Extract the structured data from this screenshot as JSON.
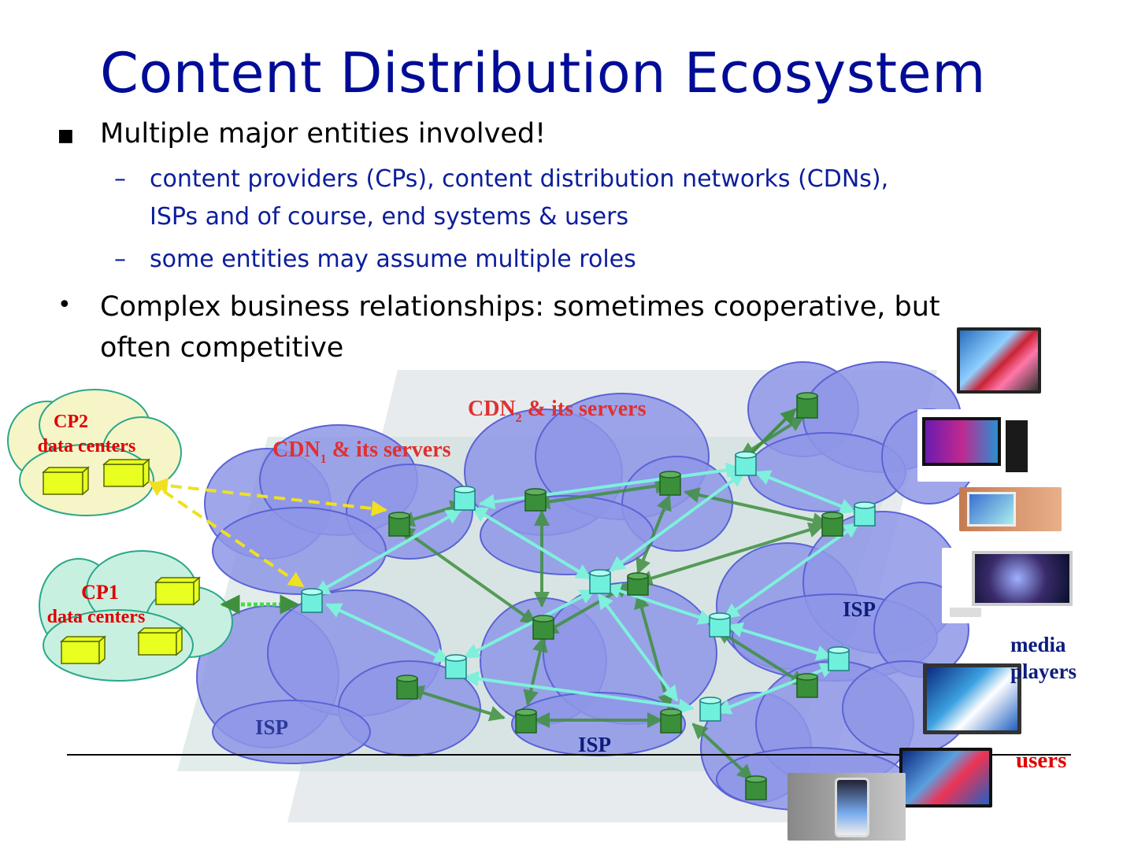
{
  "slide": {
    "title": "Content Distribution Ecosystem",
    "bullets": [
      {
        "text": "Multiple major entities involved!",
        "sub": [
          {
            "line1": "content providers (CPs), content distribution networks (CDNs),",
            "line2": "ISPs and of course, end systems & users"
          },
          {
            "line1": "some entities may assume multiple roles",
            "line2": ""
          }
        ]
      },
      {
        "line1": "Complex business relationships: sometimes cooperative, but",
        "line2": "often competitive"
      }
    ]
  },
  "diagram": {
    "cp2": {
      "line1": "CP2",
      "line2": "data centers"
    },
    "cp1": {
      "line1": "CP1",
      "line2": "data centers"
    },
    "cdn1": {
      "prefix": "CDN",
      "sub": "1",
      "suffix": " & its servers"
    },
    "cdn2": {
      "prefix": "CDN",
      "sub": "2",
      "suffix": " & its servers"
    },
    "isp_labels": [
      "ISP",
      "ISP",
      "ISP"
    ],
    "media_players": {
      "line1": "media",
      "line2": "players"
    },
    "users": "users",
    "devices": [
      "smart-tv",
      "desktop-pc",
      "tablet",
      "imac",
      "samsung-tv",
      "smart-tv-2",
      "smartphone"
    ],
    "colors": {
      "title": "#000c96",
      "sub_bullets": "#0c1d9c",
      "cp_label": "#e00000",
      "cdn_label": "#e03030",
      "isp_cloud": "#8e96e6",
      "cyan_server": "#6ff0dc",
      "green_server": "#3a8f3a"
    }
  }
}
